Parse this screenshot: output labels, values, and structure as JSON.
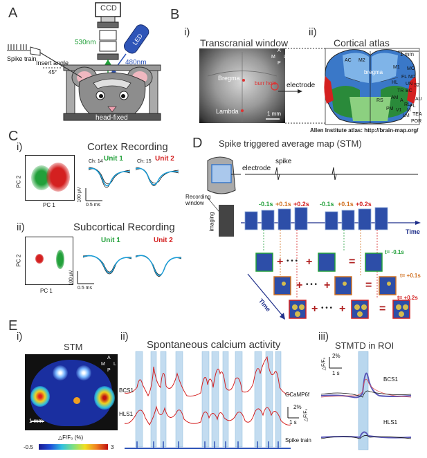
{
  "panels": {
    "A": {
      "label": "A",
      "ccd": "CCD",
      "wl_green": "530nm",
      "wl_blue": "480nm",
      "led": "LED",
      "spike_train": "Spike train",
      "insert_angle": "Insert angle",
      "angle": "45°",
      "head_fixed": "head-fixed"
    },
    "B": {
      "label": "B",
      "i": "i)",
      "ii": "ii)",
      "transcranial": "Transcranial window",
      "atlas_title": "Cortical atlas",
      "bregma": "Bregma",
      "lambda": "Lambda",
      "burr_hole": "burr hole",
      "electrode": "electrode",
      "scale": "1 mm",
      "compass": {
        "a": "A",
        "m": "M",
        "l": "L",
        "p": "P"
      },
      "atlas_regions": [
        "AC",
        "M2",
        "M1",
        "MO",
        "FL",
        "NO",
        "UN",
        "HL",
        "TR",
        "BC",
        "S2",
        "RS",
        "AM",
        "A",
        "RL",
        "AU",
        "PM",
        "V1",
        "LI",
        "TEA",
        "LM",
        "PL",
        "POR"
      ],
      "atlas_bregma": "bregma",
      "credit": "Allen Institute atlas: http://brain-map.org/"
    },
    "C": {
      "label": "C",
      "i": "i)",
      "ii": "ii)",
      "cortex_title": "Cortex Recording",
      "subcortex_title": "Subcortical Recording",
      "pc1": "PC 1",
      "pc2": "PC 2",
      "ch14": "Ch: 14",
      "ch15": "Ch: 15",
      "unit1": "Unit 1",
      "unit2": "Unit 2",
      "scale_uv": "100 μV",
      "scale_ms": "0.5 ms"
    },
    "D": {
      "label": "D",
      "title": "Spike triggered average map (STM)",
      "electrode": "electrode",
      "spike": "spike",
      "recording_window": "Recording window",
      "imaging": "imaging",
      "time": "Time",
      "time2": "Time",
      "t_labels": [
        "-0.1s",
        "+0.1s",
        "+0.2s",
        "-0.1s",
        "+0.1s",
        "+0.2s"
      ],
      "t_minus": "t= -0.1s",
      "t_plus1": "t= +0.1s",
      "t_plus2": "t= +0.2s",
      "plus": "+",
      "dots": "• • •",
      "eq": "="
    },
    "E": {
      "label": "E",
      "i": "i)",
      "ii": "ii)",
      "iii": "iii)",
      "stm": "STM",
      "compass": {
        "a": "A",
        "m": "M",
        "l": "L",
        "p": "P"
      },
      "scale": "1 mm",
      "colorbar_label": "△F/F₀ (%)",
      "cb_min": "-0.5",
      "cb_max": "3",
      "spont_title": "Spontaneous calcium activity",
      "bcs1": "BCS1",
      "hls1": "HLS1",
      "gcamp": "GCaMP6f",
      "scale_pct": "2%",
      "scale_s": "1 s",
      "spike_train": "Spike train",
      "stmtd_title": "STMTD in ROI",
      "scale_pct2": "2%",
      "scale_s2": "1 s",
      "dff": "△F/F₀"
    }
  },
  "colors": {
    "green": "#22a03a",
    "red": "#d42020",
    "blue": "#3a78c8",
    "roi_box": "#b9d7ee",
    "dark_blue": "#1f2f8a"
  }
}
